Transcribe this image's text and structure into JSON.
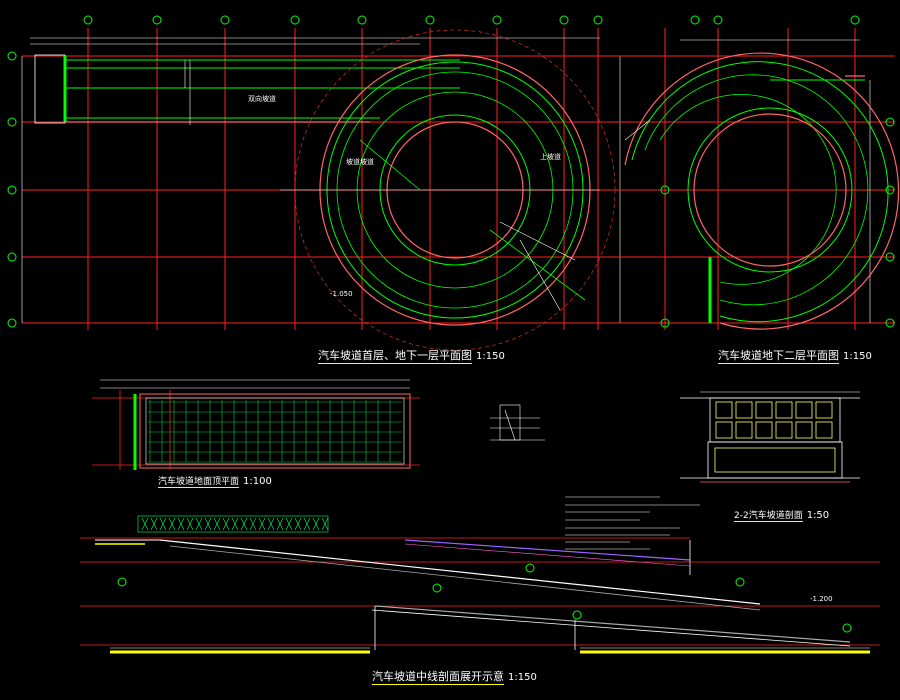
{
  "titles": {
    "plan1": "汽车坡道首层、地下一层平面图",
    "plan1_scale": "1:150",
    "plan2": "汽车坡道地下二层平面图",
    "plan2_scale": "1:150",
    "roof": "汽车坡道地面顶平面",
    "roof_scale": "1:100",
    "section2": "2-2汽车坡道剖面",
    "section2_scale": "1:50",
    "elevation": "汽车坡道中线剖面展开示意",
    "elevation_scale": "1:150"
  },
  "labels": {
    "ramp_straight": "双向坡道",
    "ramp_curve_in": "坡道坡道",
    "ramp_curve_up": "上坡道",
    "level_a": "-1.050",
    "level_b": "-1.200"
  },
  "colors": {
    "background": "#000000",
    "grid": "#ff0000",
    "ramp_lines": "#00ff00",
    "outer_wall": "#ff6666",
    "dimension": "#ffffff",
    "axis_bubble": "#00ff00",
    "title_underline": "#ffff00"
  }
}
